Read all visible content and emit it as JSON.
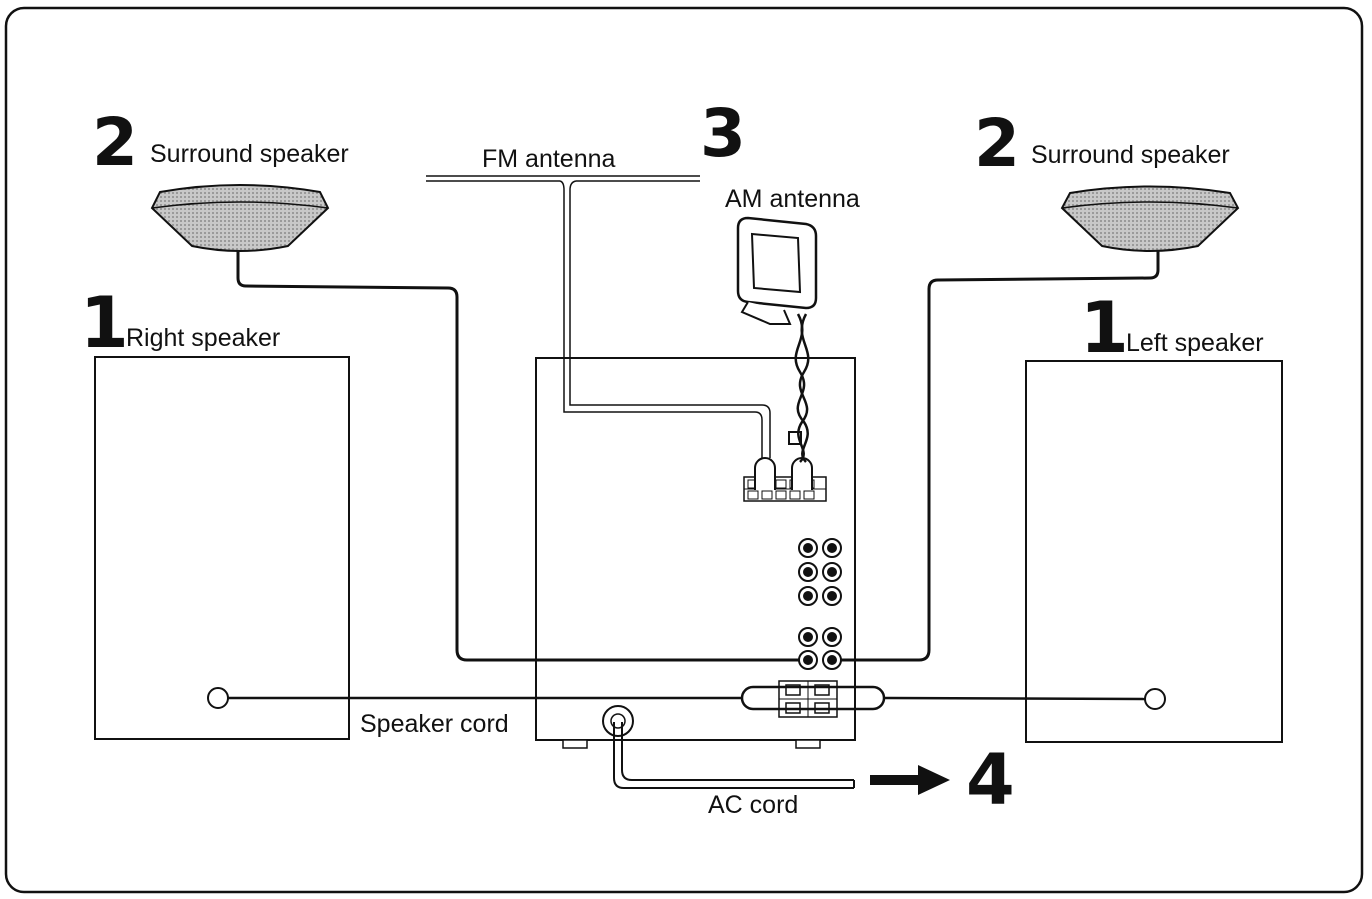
{
  "labels": {
    "surround_right": "Surround speaker",
    "surround_left": "Surround speaker",
    "fm_antenna": "FM antenna",
    "am_antenna": "AM antenna",
    "right_speaker": "Right speaker",
    "left_speaker": "Left speaker",
    "speaker_cord": "Speaker cord",
    "ac_cord": "AC cord"
  },
  "steps": {
    "one_right": "1",
    "one_left": "1",
    "two_right": "2",
    "two_left": "2",
    "three": "3",
    "four": "4"
  }
}
